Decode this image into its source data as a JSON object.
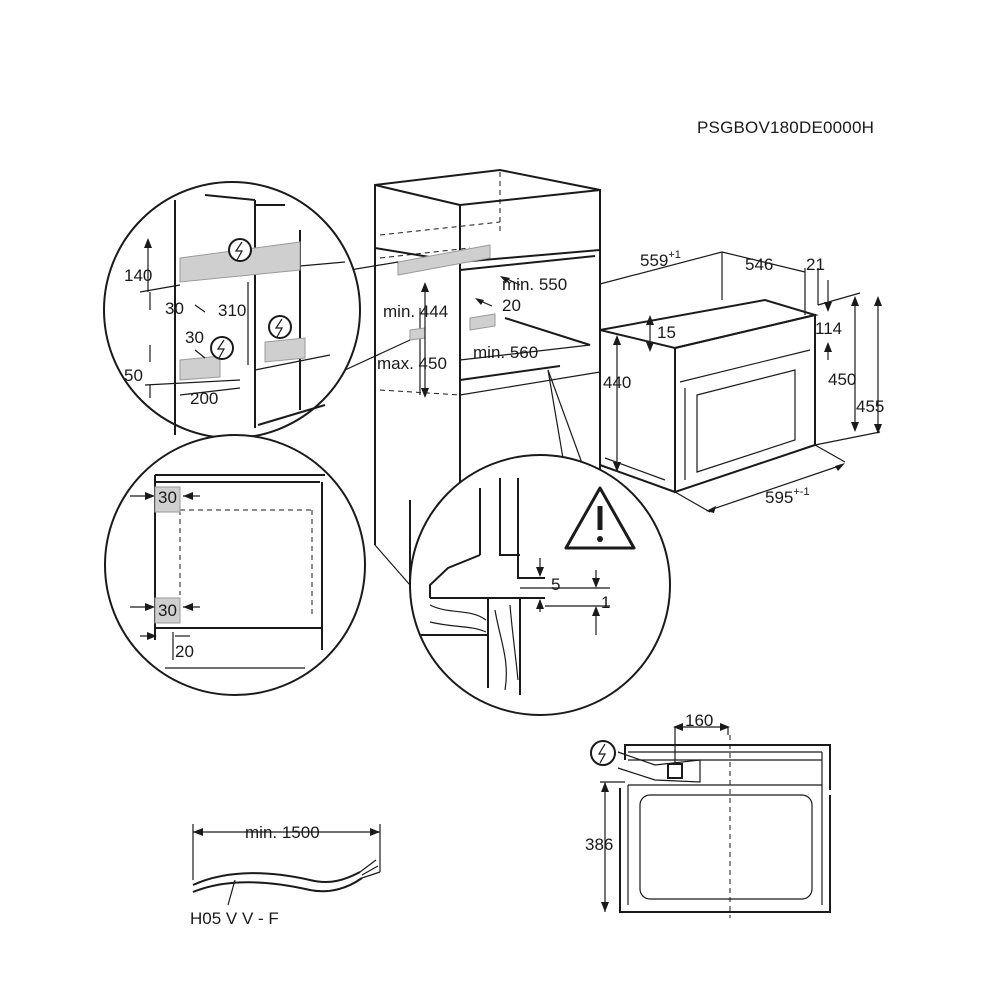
{
  "model_code": "PSGBOV180DE0000H",
  "cabinet": {
    "min_550": "min. 550",
    "min_444": "min. 444",
    "max_450": "max. 450",
    "min_560": "min. 560",
    "dim_20": "20"
  },
  "oven": {
    "width_base": "559",
    "width_tol": "+1",
    "depth": "546",
    "front": "21",
    "top_gap": "15",
    "body_h": "440",
    "front_top": "114",
    "front_h": "450",
    "total_h": "455",
    "width_total_base": "595",
    "width_total_tol": "+-1"
  },
  "detail_top_circle": {
    "d140": "140",
    "d30a": "30",
    "d310": "310",
    "d30b": "30",
    "d50": "50",
    "d200": "200"
  },
  "detail_left_circle": {
    "d30_top": "30",
    "d30_bottom": "30",
    "d20": "20"
  },
  "detail_right_circle": {
    "d5": "5",
    "d1": "1"
  },
  "cable": {
    "length": "min. 1500",
    "type": "H05 V V - F"
  },
  "rear_view": {
    "width": "160",
    "height": "386"
  },
  "icons": {
    "electric": "lightning-bolt-in-circle",
    "warning": "exclamation-in-triangle"
  }
}
